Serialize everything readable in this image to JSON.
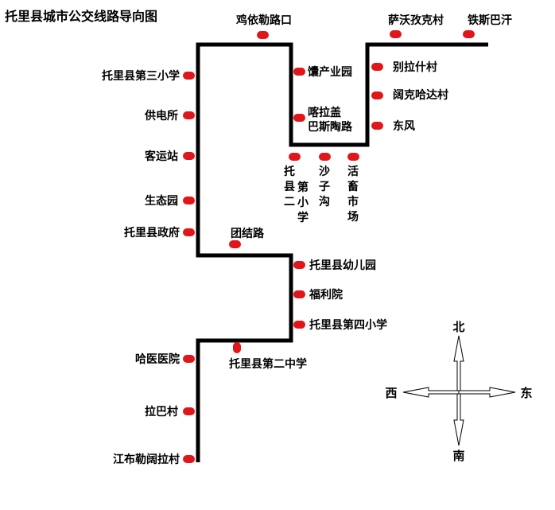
{
  "title": "托里县城市公交线路导向图",
  "route_color": "#000000",
  "stop_color": "#e0161b",
  "stops": [
    {
      "id": "jiyi",
      "name": "鸡依勒路口"
    },
    {
      "id": "sawo",
      "name": "萨沃孜克村"
    },
    {
      "id": "tiesi",
      "name": "铁斯巴汗"
    },
    {
      "id": "sanxiao",
      "name": "托里县第三小学"
    },
    {
      "id": "gongdian",
      "name": "供电所"
    },
    {
      "id": "keyun",
      "name": "客运站"
    },
    {
      "id": "shengtai",
      "name": "生态园"
    },
    {
      "id": "zhengfu",
      "name": "托里县政府"
    },
    {
      "id": "tuanjie",
      "name": "团结路"
    },
    {
      "id": "xiuchan",
      "name": "馕产业园"
    },
    {
      "id": "kala_1",
      "name": "喀拉盖"
    },
    {
      "id": "kala_2",
      "name": "巴斯陶路"
    },
    {
      "id": "bielashi",
      "name": "别拉什村"
    },
    {
      "id": "kuoke",
      "name": "阔克哈达村"
    },
    {
      "id": "dongfeng",
      "name": "东风"
    },
    {
      "id": "erxiao",
      "name": "托里县第二小学"
    },
    {
      "id": "shagou",
      "name": "沙子沟"
    },
    {
      "id": "huochu",
      "name": "活畜市场"
    },
    {
      "id": "youer",
      "name": "托里县幼儿园"
    },
    {
      "id": "fuli",
      "name": "福利院"
    },
    {
      "id": "sixiao",
      "name": "托里县第四小学"
    },
    {
      "id": "erzhong",
      "name": "托里县第二中学"
    },
    {
      "id": "hayi",
      "name": "哈医医院"
    },
    {
      "id": "laba",
      "name": "拉巴村"
    },
    {
      "id": "jiangbu",
      "name": "江布勒阔拉村"
    }
  ],
  "compass": {
    "north": "北",
    "south": "南",
    "east": "东",
    "west": "西"
  }
}
